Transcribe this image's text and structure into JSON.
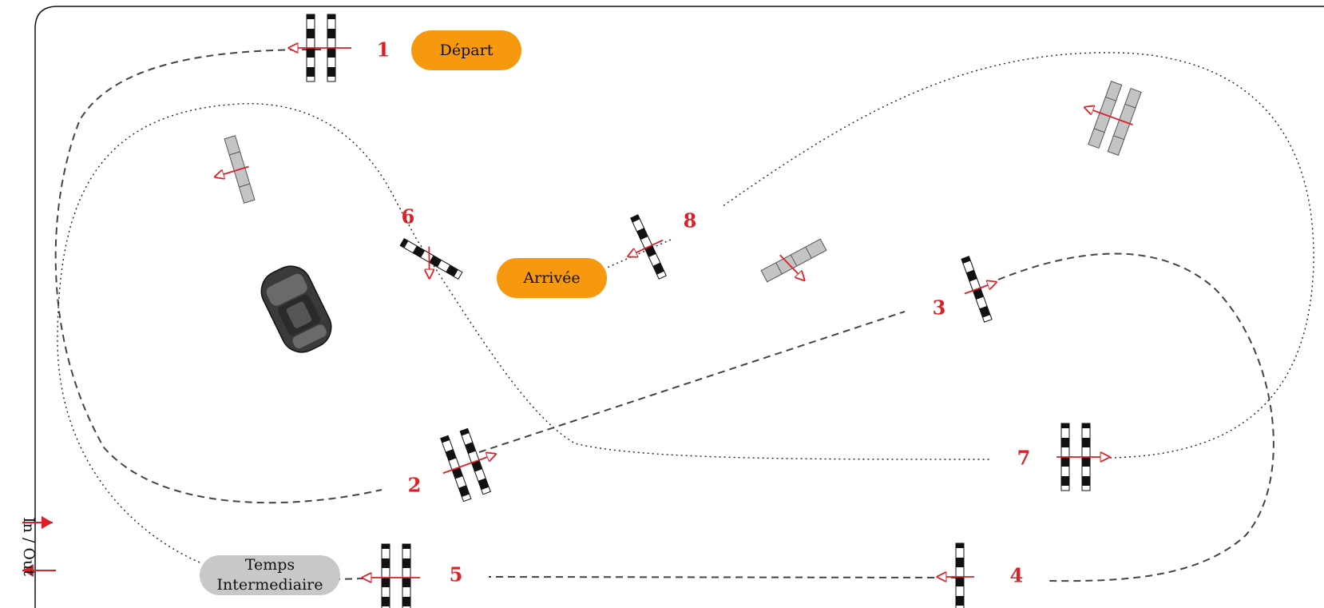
{
  "diagram": {
    "title": "",
    "labels": {
      "depart": "Départ",
      "arrivee": "Arrivée",
      "temps_line1": "Temps",
      "temps_line2": "Intermediaire",
      "in_out": "In / Out"
    },
    "gates": [
      {
        "number": "1"
      },
      {
        "number": "2"
      },
      {
        "number": "3"
      },
      {
        "number": "4"
      },
      {
        "number": "5"
      },
      {
        "number": "6"
      },
      {
        "number": "7"
      },
      {
        "number": "8"
      }
    ],
    "colors": {
      "accent_red": "#dd1f26",
      "depart_fill": "#f6990f",
      "arrivee_fill": "#f6990f",
      "temps_fill": "#c8c8c8",
      "gate_black": "#111111",
      "marker_gray": "#c4c4c4",
      "path_gray": "#444444"
    },
    "icons": {
      "vehicle": "car-icon",
      "gate": "checkered-gate-icon",
      "marker": "gray-cone-bar-icon",
      "direction": "direction-arrow-icon"
    }
  }
}
